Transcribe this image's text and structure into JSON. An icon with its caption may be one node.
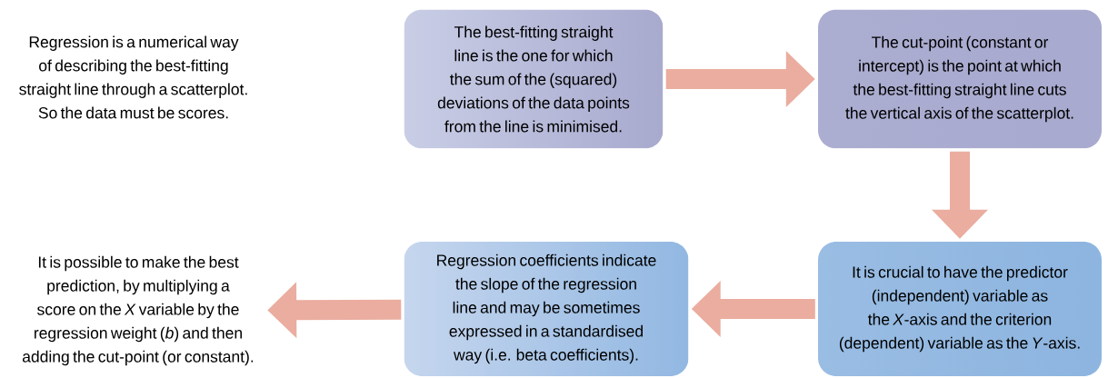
{
  "diagram": {
    "nodes": [
      {
        "text": [
          "Regression is a numerical way of describing the best-fitting straight line through a scatterplot. So the data must be scores."
        ]
      },
      {
        "text": [
          "The best-fitting straight line is the one for which the sum of the (squared) deviations of the data points from the line is minimised."
        ]
      },
      {
        "text": [
          "The cut-point (constant or intercept) is the point at which the best-fitting straight line cuts the vertical axis of the scatterplot."
        ]
      },
      {
        "text": [
          "It is crucial to have the predictor (independent) variable as the *X*-axis and the criterion (dependent) variable as the *Y*-axis."
        ]
      },
      {
        "text": [
          "Regression coefficients indicate the slope of the regression line and may be sometimes expressed in a standardised way (i.e. beta coefficients)."
        ]
      },
      {
        "text": [
          "It is possible to make the best prediction, by multiplying a score on the *X* variable by the regression weight (*b*) and then adding the cut-point (or constant)."
        ]
      }
    ],
    "edges": [
      {
        "from": 1,
        "to": 2,
        "arrow": "to"
      },
      {
        "from": 2,
        "to": 3,
        "arrow": "to"
      },
      {
        "from": 3,
        "to": 4,
        "arrow": "to"
      },
      {
        "from": 4,
        "to": 5,
        "arrow": "to"
      }
    ]
  }
}
